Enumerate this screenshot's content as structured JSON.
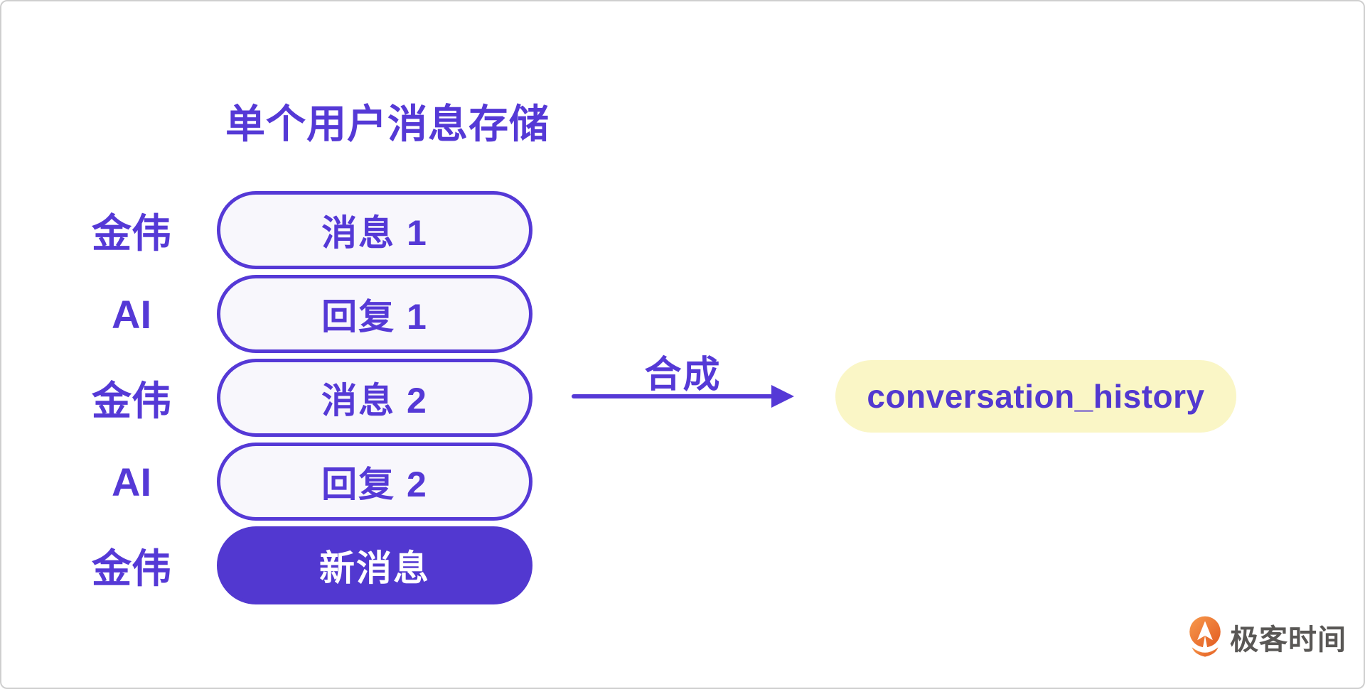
{
  "diagram": {
    "title": "单个用户消息存储",
    "rows": [
      {
        "speaker": "金伟",
        "message": "消息 1",
        "filled": false
      },
      {
        "speaker": "AI",
        "message": "回复 1",
        "filled": false
      },
      {
        "speaker": "金伟",
        "message": "消息 2",
        "filled": false
      },
      {
        "speaker": "AI",
        "message": "回复 2",
        "filled": false
      },
      {
        "speaker": "金伟",
        "message": "新消息",
        "filled": true
      }
    ],
    "arrow_label": "合成",
    "result_label": "conversation_history"
  },
  "branding": {
    "logo_text": "极客时间",
    "logo_icon": "geektime-pin-icon"
  },
  "colors": {
    "purple": "#5539d6",
    "purple_fill": "#5238d0",
    "pill_background": "#f8f7fc",
    "result_yellow": "#faf6c6",
    "logo_orange_light": "#f79a4d",
    "logo_orange_dark": "#e35b21",
    "logo_text_gray": "#595755"
  }
}
